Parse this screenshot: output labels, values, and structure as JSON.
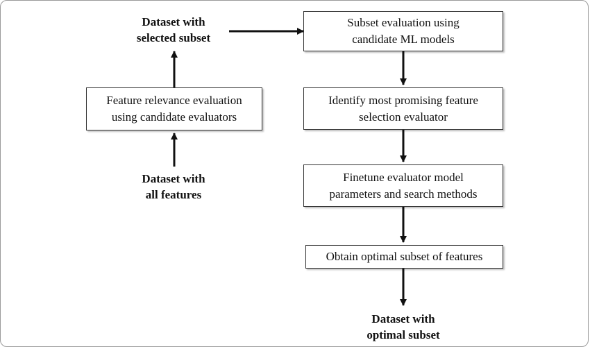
{
  "diagram": {
    "nodes": {
      "dataset_all": "Dataset with\nall features",
      "feature_relevance": "Feature relevance evaluation\nusing candidate evaluators",
      "dataset_selected": "Dataset with\nselected subset",
      "subset_evaluation": "Subset evaluation using\ncandidate ML models",
      "identify_evaluator": "Identify most promising feature\nselection evaluator",
      "finetune": "Finetune evaluator model\nparameters and search methods",
      "obtain_subset": "Obtain optimal subset of features",
      "dataset_optimal": "Dataset with\noptimal subset"
    },
    "edges": [
      {
        "from": "dataset_all",
        "to": "feature_relevance"
      },
      {
        "from": "feature_relevance",
        "to": "dataset_selected"
      },
      {
        "from": "dataset_selected",
        "to": "subset_evaluation"
      },
      {
        "from": "subset_evaluation",
        "to": "identify_evaluator"
      },
      {
        "from": "identify_evaluator",
        "to": "finetune"
      },
      {
        "from": "finetune",
        "to": "obtain_subset"
      },
      {
        "from": "obtain_subset",
        "to": "dataset_optimal"
      }
    ],
    "colors": {
      "stroke": "#111111",
      "box_border": "#333333",
      "frame_border": "#9a9a9a"
    }
  }
}
